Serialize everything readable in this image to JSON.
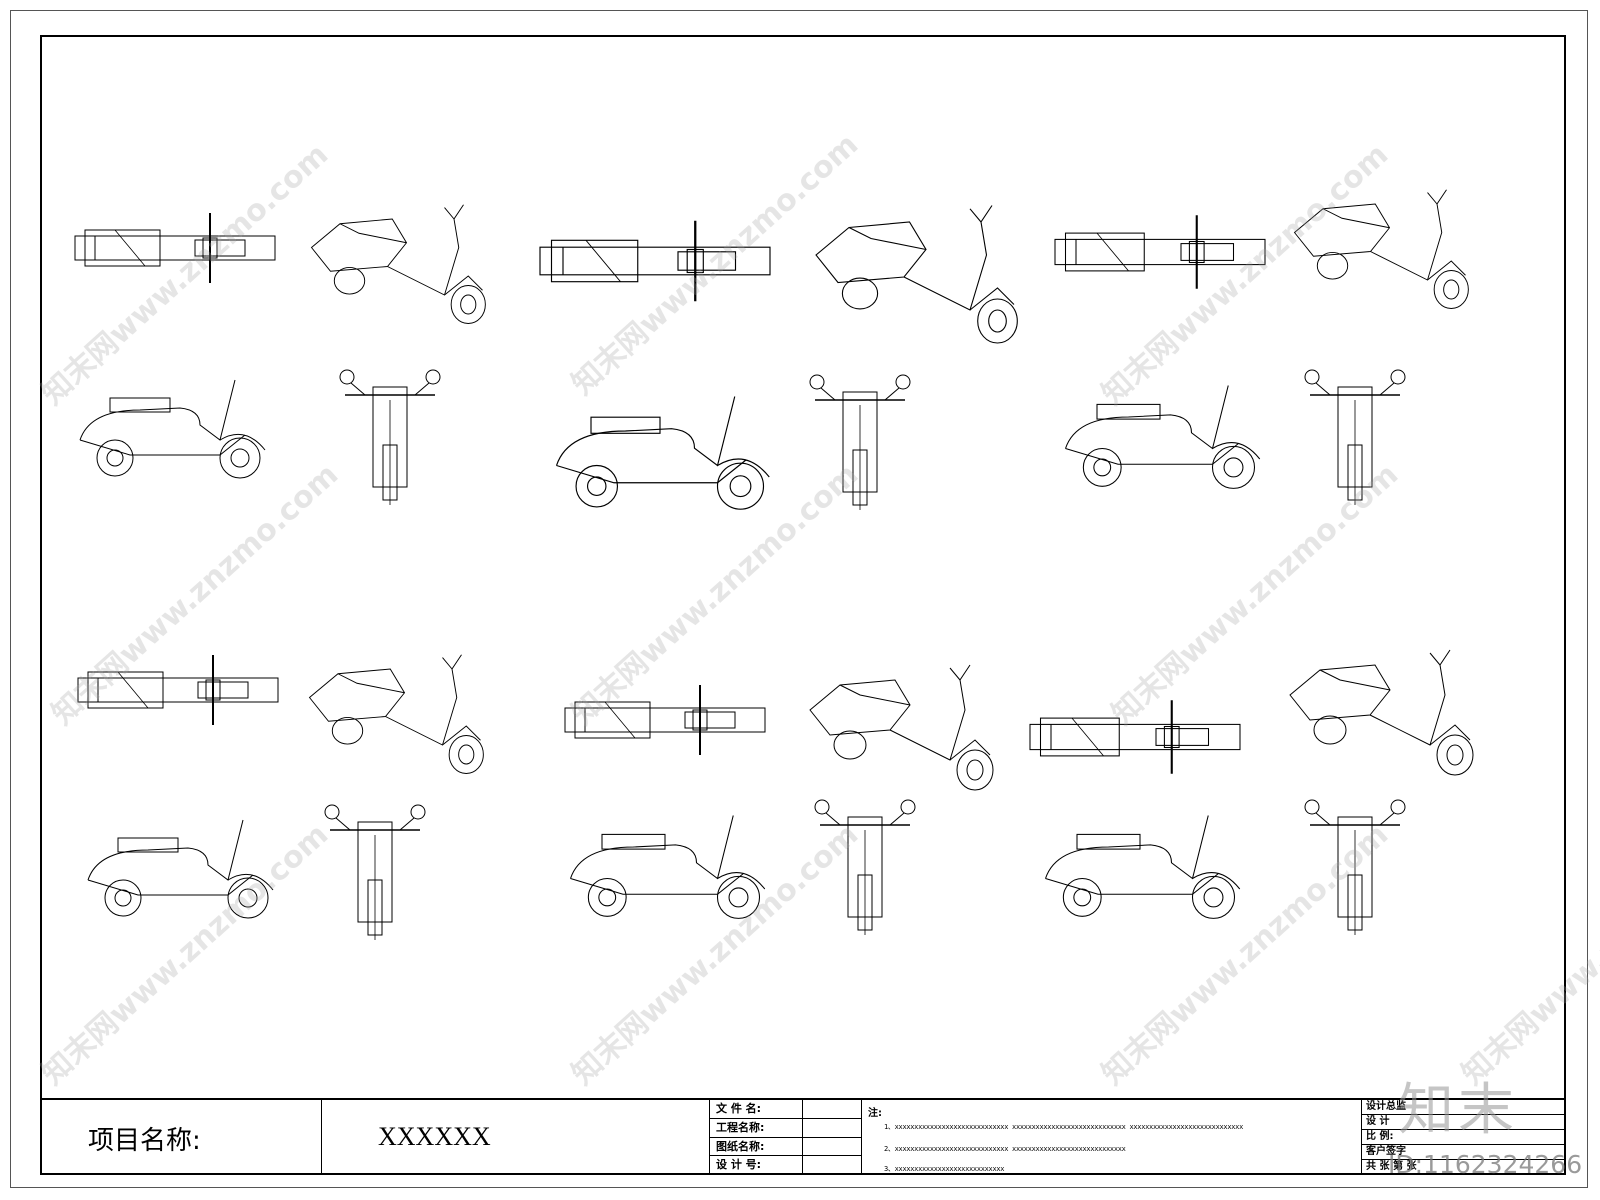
{
  "title_block": {
    "project_label": "项目名称:",
    "project_value": "XXXXXX",
    "info_rows": [
      "文 件 名:",
      "工程名称:",
      "图纸名称:",
      "设 计 号:"
    ],
    "notes_title": "注:",
    "notes": [
      "1、xxxxxxxxxxxxxxxxxxxxxxxxxxxxx    xxxxxxxxxxxxxxxxxxxxxxxxxxxxx    xxxxxxxxxxxxxxxxxxxxxxxxxxxxx",
      "2、xxxxxxxxxxxxxxxxxxxxxxxxxxxxx    xxxxxxxxxxxxxxxxxxxxxxxxxxxxx",
      "3、xxxxxxxxxxxxxxxxxxxxxxxxxxxx"
    ],
    "sign_rows": [
      "设计总监",
      "设  计",
      "比  例:",
      "客户签字",
      "共   张  第   张"
    ]
  },
  "watermark_text": "知末网www.znzmo.com",
  "logo_text": "知末",
  "id_text": "ID:1162324266",
  "drawings": [
    {
      "name": "scooter-1-top-view",
      "view": "top"
    },
    {
      "name": "scooter-1-perspective",
      "view": "perspective"
    },
    {
      "name": "scooter-1-side-view",
      "view": "side"
    },
    {
      "name": "scooter-1-front-view",
      "view": "front"
    },
    {
      "name": "scooter-2-top-view",
      "view": "top"
    },
    {
      "name": "scooter-2-perspective",
      "view": "perspective"
    },
    {
      "name": "scooter-2-side-view",
      "view": "side"
    },
    {
      "name": "scooter-2-front-view",
      "view": "front"
    },
    {
      "name": "scooter-3-top-view",
      "view": "top"
    },
    {
      "name": "scooter-3-perspective",
      "view": "perspective"
    },
    {
      "name": "scooter-3-side-view",
      "view": "side"
    },
    {
      "name": "scooter-3-front-view",
      "view": "front"
    },
    {
      "name": "scooter-4-top-view",
      "view": "top"
    },
    {
      "name": "scooter-4-perspective",
      "view": "perspective"
    },
    {
      "name": "scooter-4-side-view",
      "view": "side"
    },
    {
      "name": "scooter-4-front-view",
      "view": "front"
    },
    {
      "name": "scooter-5-top-view",
      "view": "top"
    },
    {
      "name": "scooter-5-perspective",
      "view": "perspective"
    },
    {
      "name": "scooter-5-side-view",
      "view": "side"
    },
    {
      "name": "scooter-5-front-view",
      "view": "front"
    },
    {
      "name": "scooter-6-top-view",
      "view": "top"
    },
    {
      "name": "scooter-6-perspective",
      "view": "perspective"
    },
    {
      "name": "scooter-6-side-view",
      "view": "side"
    },
    {
      "name": "scooter-6-front-view",
      "view": "front"
    }
  ]
}
